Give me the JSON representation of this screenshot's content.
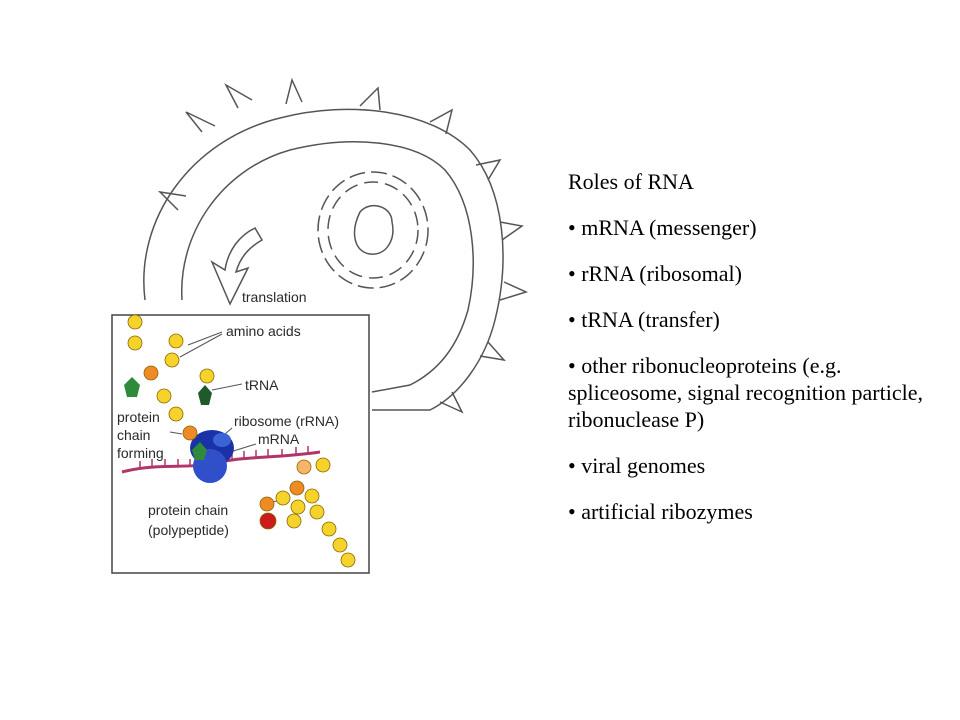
{
  "heading": "Roles of RNA",
  "roles": [
    "mRNA (messenger)",
    "rRNA (ribosomal)",
    "tRNA (transfer)",
    "other ribonucleoproteins (e.g. spliceosome, signal recognition particle, ribonuclease P)",
    "viral genomes",
    "artificial ribozymes"
  ],
  "diagram_labels": {
    "translation": "translation",
    "amino_acids": "amino acids",
    "trna": "tRNA",
    "protein_chain_forming": [
      "protein",
      "chain",
      "forming"
    ],
    "ribosome": "ribosome (rRNA)",
    "mrna": "mRNA",
    "protein_chain": [
      "protein chain",
      "(polypeptide)"
    ]
  },
  "colors": {
    "amino_acid_yellow": "#f6d32a",
    "amino_acid_orange": "#f08a24",
    "amino_acid_peach": "#f7b56a",
    "amino_acid_red": "#cc1b1b",
    "ribosome_blue": "#2140b8",
    "trna_green": "#2f8a3c",
    "mrna_magenta": "#b0356b"
  }
}
